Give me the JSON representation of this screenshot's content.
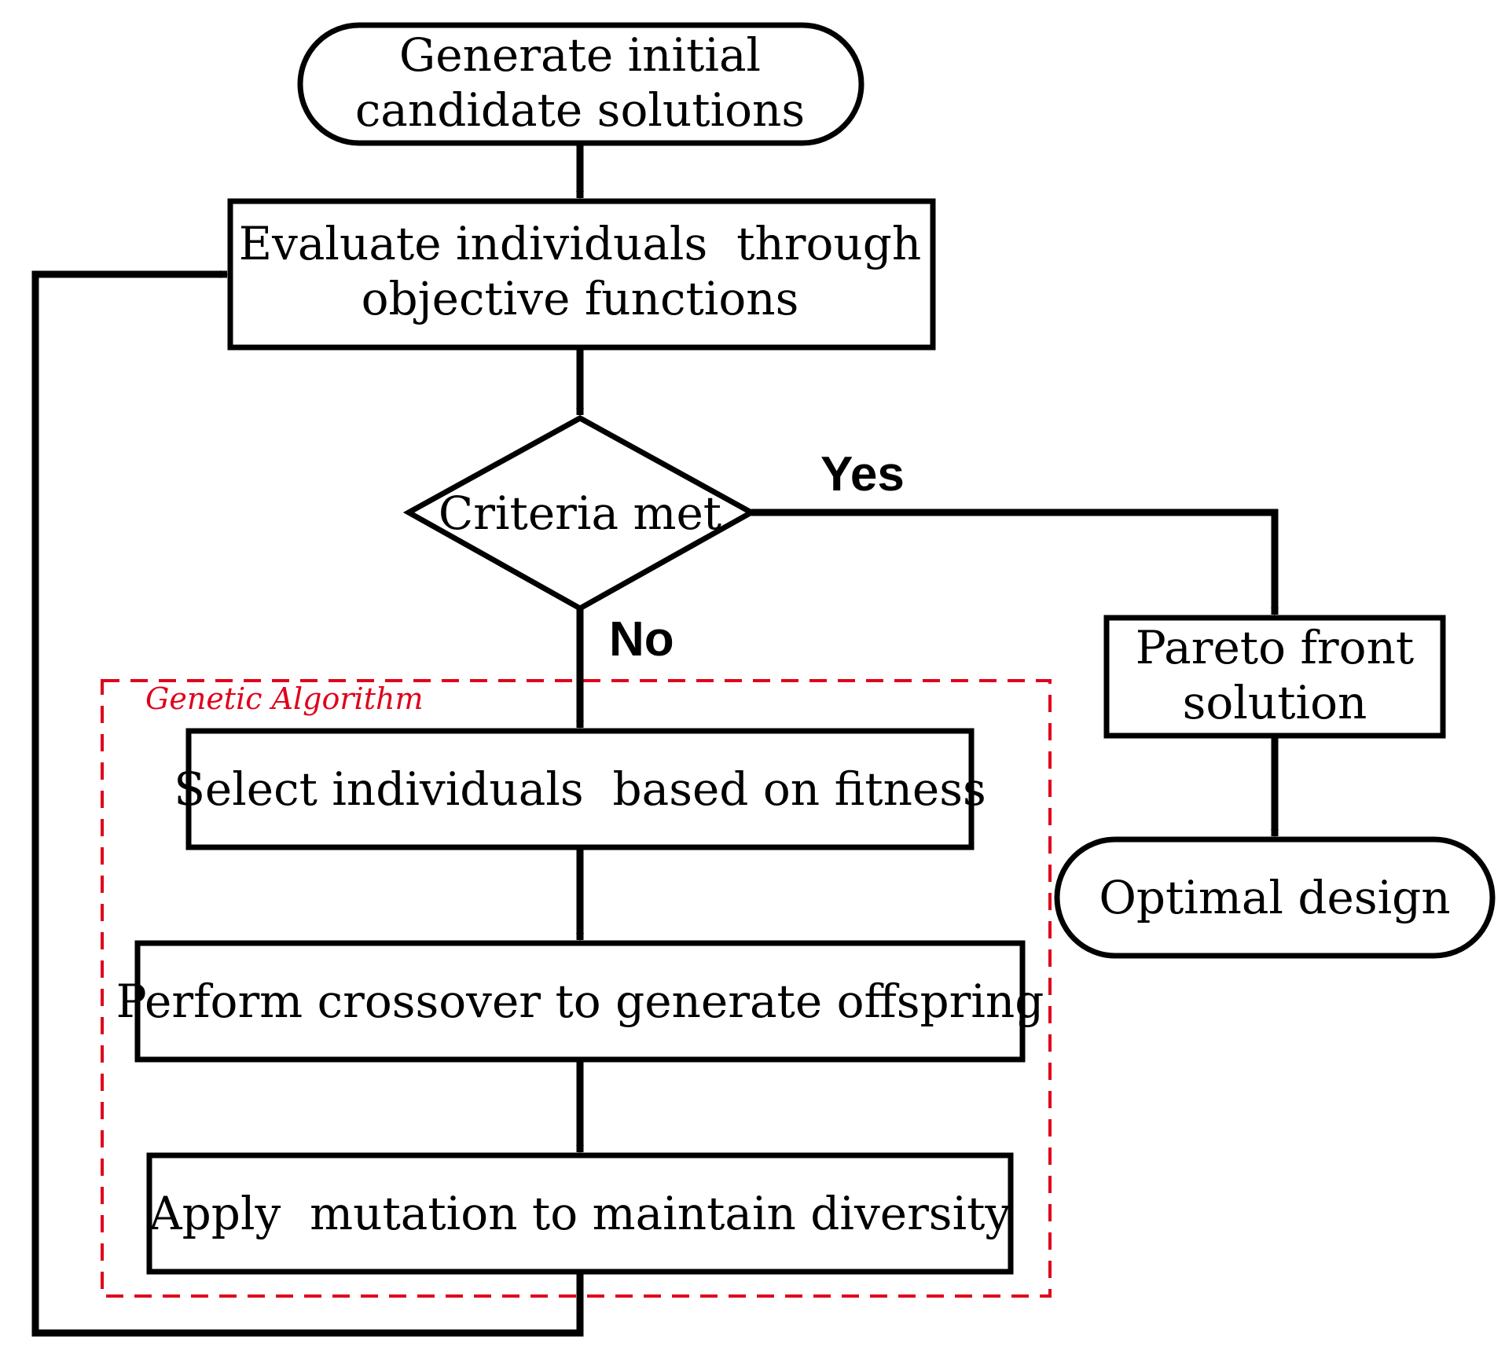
{
  "colors": {
    "line": "#000000",
    "group": "#e0001b",
    "background": "#ffffff"
  },
  "nodes": {
    "start": {
      "line1": "Generate initial",
      "line2": "candidate solutions"
    },
    "evaluate": {
      "line1": "Evaluate individuals  through",
      "line2": "objective functions"
    },
    "decision": {
      "label": "Criteria met"
    },
    "select": {
      "label": "Select individuals  based on fitness"
    },
    "crossover": {
      "label": "Perform crossover to generate offspring"
    },
    "mutation": {
      "label": "Apply  mutation to maintain diversity"
    },
    "pareto": {
      "line1": "Pareto front",
      "line2": "solution"
    },
    "end": {
      "label": "Optimal design"
    }
  },
  "branches": {
    "yes": "Yes",
    "no": "No"
  },
  "group": {
    "label": "Genetic Algorithm"
  }
}
